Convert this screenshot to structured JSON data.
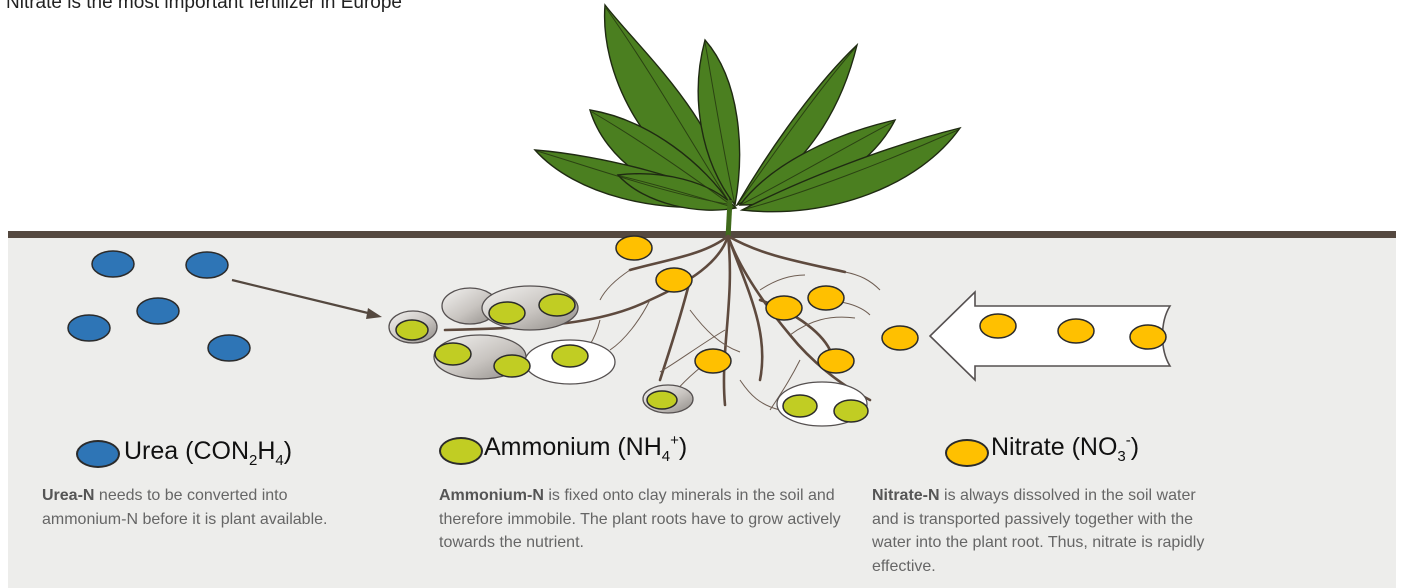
{
  "headline": "Nitrate is the most important fertilizer in Europe",
  "colors": {
    "urea": "#2e75b6",
    "ammonium": "#c1cd23",
    "nitrate": "#ffc000",
    "soil": "#ededeb",
    "ground_line": "#54483f",
    "leaf": "#4b7f20",
    "root": "#5e4a3e"
  },
  "legend": {
    "urea": {
      "icon": "urea-granule-icon",
      "name": "Urea (CON",
      "sub1": "2",
      "mid": "H",
      "sub2": "4",
      "close": ")",
      "desc_bold": "Urea-N",
      "desc_rest": " needs to be converted into ammonium-N before it is plant available."
    },
    "ammonium": {
      "icon": "ammonium-particle-icon",
      "name": "Ammonium (NH",
      "sub": "4",
      "sup": "+",
      "close": ")",
      "desc_bold": "Ammonium-N",
      "desc_rest": " is fixed onto clay minerals in the soil and therefore immobile. The plant roots have to grow actively towards the nutrient."
    },
    "nitrate": {
      "icon": "nitrate-particle-icon",
      "name": "Nitrate (NO",
      "sub": "3",
      "sup": "-",
      "close": ")",
      "desc_bold": "Nitrate-N",
      "desc_rest": " is always dissolved in the soil water and is transported passively together with the water into the plant root. Thus, nitrate is rapidly effective."
    }
  }
}
